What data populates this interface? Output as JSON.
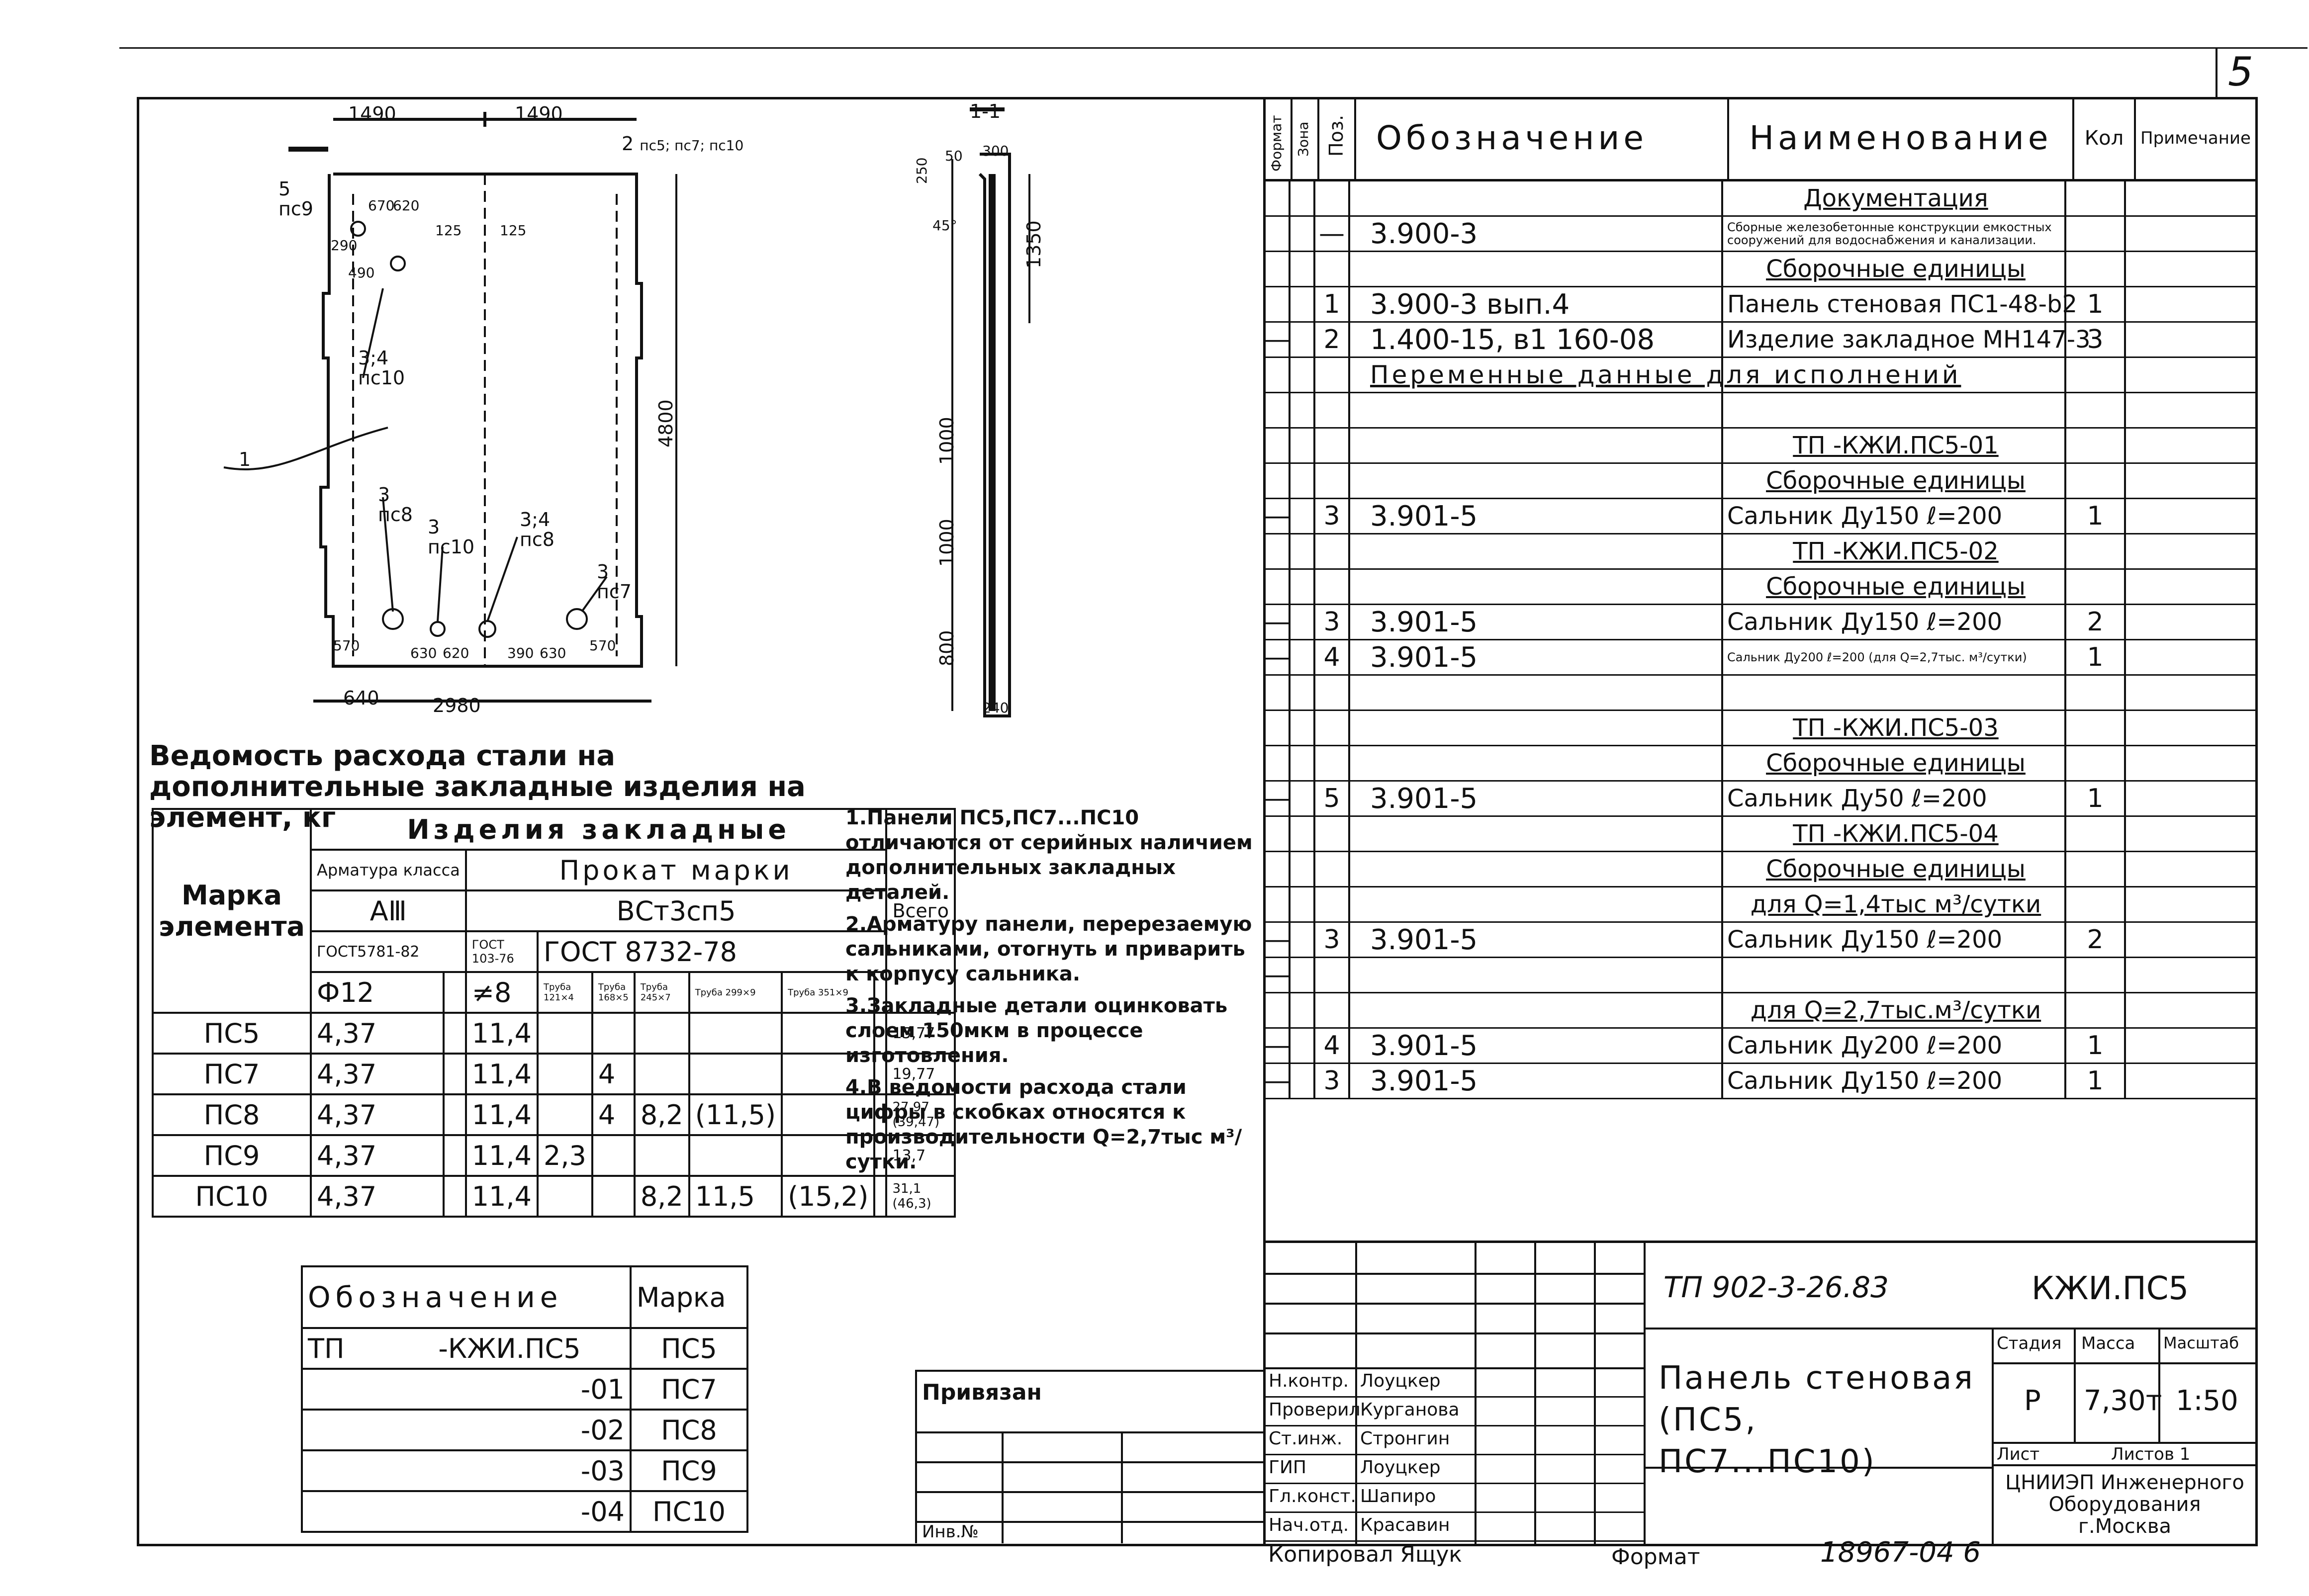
{
  "sheet_number": "5",
  "plan_view": {
    "dims_top": [
      "1490",
      "1490"
    ],
    "dim_height": "4800",
    "dim_bottom_total": "2980",
    "dim_bottom_left": "640",
    "dims_small": [
      "570",
      "570",
      "630",
      "620",
      "390",
      "630",
      "125",
      "125",
      "290",
      "490",
      "670",
      "620"
    ],
    "callouts": [
      {
        "pos": "2",
        "marks": "пс5; пс7; пс10"
      },
      {
        "pos": "5",
        "marks": "пс9"
      },
      {
        "pos": "3;4",
        "marks": "пс10"
      },
      {
        "pos": "3",
        "marks": "пс8"
      },
      {
        "pos": "3",
        "marks": "пс10"
      },
      {
        "pos": "3;4",
        "marks": "пс8"
      },
      {
        "pos": "3",
        "marks": "пс7"
      }
    ],
    "leader_1": "1"
  },
  "section_view": {
    "label": "1-1",
    "dims": [
      "250",
      "50",
      "300",
      "45°",
      "1350",
      "1000",
      "1000",
      "800",
      "240"
    ]
  },
  "steel_table": {
    "title": "Ведомость расхода стали на дополнительные закладные изделия на элемент, кг",
    "header_marka": "Марка элемента",
    "header_izdeliya": "Изделия закладные",
    "header_armatura": "Арматура класса",
    "header_prokat": "Прокат марки",
    "class": "АⅢ",
    "steel": "ВСт3сп5",
    "gost_arm": "ГОСТ5781-82",
    "gost_sheet": "ГОСТ 103-76",
    "gost_pipe": "ГОСТ 8732-78",
    "header_total": "Всего",
    "sub_cols": [
      "Ф12",
      "",
      "≠8",
      "Труба 121×4",
      "Труба 168×5",
      "Труба 245×7",
      "Труба 299×9",
      "Труба 351×9"
    ],
    "rows": [
      {
        "mark": "ПС5",
        "c": [
          "4,37",
          "",
          "11,4",
          "",
          "",
          "",
          "",
          ""
        ],
        "total": "15,77"
      },
      {
        "mark": "ПС7",
        "c": [
          "4,37",
          "",
          "11,4",
          "",
          "4",
          "",
          "",
          ""
        ],
        "total": "19,77"
      },
      {
        "mark": "ПС8",
        "c": [
          "4,37",
          "",
          "11,4",
          "",
          "4",
          "8,2",
          "(11,5)",
          ""
        ],
        "total": "27,97 (39,47)"
      },
      {
        "mark": "ПС9",
        "c": [
          "4,37",
          "",
          "11,4",
          "2,3",
          "",
          "",
          "",
          ""
        ],
        "total": "13,7"
      },
      {
        "mark": "ПС10",
        "c": [
          "4,37",
          "",
          "11,4",
          "",
          "",
          "8,2",
          "11,5",
          "(15,2)"
        ],
        "total": "31,1 (46,3)"
      }
    ]
  },
  "notes": [
    "1.Панели ПС5,ПС7...ПС10 отличаются от серийных наличием дополнительных закладных деталей.",
    "2.Арматуру панели, перерезаемую сальниками, отогнуть и приварить к корпусу сальника.",
    "3.Закладные детали оцинковать слоем 150мкм в процессе изготовления.",
    "4.В ведомости расхода стали цифры в скобках относятся к производительности Q=2,7тыс м³/сутки."
  ],
  "mark_table": {
    "h_designation": "Обозначение",
    "h_mark": "Марка",
    "rows": [
      {
        "d": "ТП           -КЖИ.ПС5",
        "m": "ПС5"
      },
      {
        "d": "-01",
        "m": "ПС7"
      },
      {
        "d": "-02",
        "m": "ПС8"
      },
      {
        "d": "-03",
        "m": "ПС9"
      },
      {
        "d": "-04",
        "m": "ПС10"
      }
    ]
  },
  "spec": {
    "h_format": "Формат",
    "h_zone": "Зона",
    "h_pos": "Поз.",
    "h_designation": "Обозначение",
    "h_name": "Наименование",
    "h_qty": "Кол",
    "h_note": "Примечание",
    "rows": [
      {
        "f": "",
        "p": "",
        "d": "",
        "n": "Документация",
        "q": "",
        "u": true
      },
      {
        "f": "",
        "p": "—",
        "d": "3.900-3",
        "n": "Сборные железобетонные конструкции емкостных сооружений для водоснабжения и канализации.",
        "q": ""
      },
      {
        "f": "",
        "p": "",
        "d": "",
        "n": "Сборочные единицы",
        "q": "",
        "u": true
      },
      {
        "f": "",
        "p": "1",
        "d": "3.900-3  вып.4",
        "n": "Панель стеновая ПС1-48-b2",
        "q": "1"
      },
      {
        "f": "—",
        "p": "2",
        "d": "1.400-15, в1  160-08",
        "n": "Изделие закладное МН147-3",
        "q": "3"
      },
      {
        "f": "",
        "p": "",
        "d": "Переменные данные для исполнений",
        "n": "",
        "q": "",
        "span": true
      },
      {
        "f": "",
        "p": "",
        "d": "",
        "n": "",
        "q": ""
      },
      {
        "f": "",
        "p": "",
        "d": "",
        "n": "ТП            -КЖИ.ПС5-01",
        "q": "",
        "u": true
      },
      {
        "f": "",
        "p": "",
        "d": "",
        "n": "Сборочные единицы",
        "q": "",
        "u": true
      },
      {
        "f": "—",
        "p": "3",
        "d": "3.901-5",
        "n": "Сальник Ду150  ℓ=200",
        "q": "1"
      },
      {
        "f": "",
        "p": "",
        "d": "",
        "n": "ТП           -КЖИ.ПС5-02",
        "q": "",
        "u": true
      },
      {
        "f": "",
        "p": "",
        "d": "",
        "n": "Сборочные единицы",
        "q": "",
        "u": true
      },
      {
        "f": "—",
        "p": "3",
        "d": "3.901-5",
        "n": "Сальник Ду150  ℓ=200",
        "q": "2"
      },
      {
        "f": "—",
        "p": "4",
        "d": "3.901-5",
        "n": "Сальник Ду200  ℓ=200 (для Q=2,7тыс. м³/сутки)",
        "q": "1"
      },
      {
        "f": "",
        "p": "",
        "d": "",
        "n": "",
        "q": ""
      },
      {
        "f": "",
        "p": "",
        "d": "",
        "n": "ТП           -КЖИ.ПС5-03",
        "q": "",
        "u": true
      },
      {
        "f": "",
        "p": "",
        "d": "",
        "n": "Сборочные единицы",
        "q": "",
        "u": true
      },
      {
        "f": "—",
        "p": "5",
        "d": "3.901-5",
        "n": "Сальник Ду50  ℓ=200",
        "q": "1"
      },
      {
        "f": "",
        "p": "",
        "d": "",
        "n": "ТП           -КЖИ.ПС5-04",
        "q": "",
        "u": true
      },
      {
        "f": "",
        "p": "",
        "d": "",
        "n": "Сборочные единицы",
        "q": "",
        "u": true
      },
      {
        "f": "",
        "p": "",
        "d": "",
        "n": "для Q=1,4тыс м³/сутки",
        "q": "",
        "u": true
      },
      {
        "f": "—",
        "p": "3",
        "d": "3.901-5",
        "n": "Сальник Ду150  ℓ=200",
        "q": "2"
      },
      {
        "f": "—",
        "p": "",
        "d": "",
        "n": "",
        "q": ""
      },
      {
        "f": "",
        "p": "",
        "d": "",
        "n": "для Q=2,7тыс.м³/сутки",
        "q": "",
        "u": true
      },
      {
        "f": "—",
        "p": "4",
        "d": "3.901-5",
        "n": "Сальник Ду200  ℓ=200",
        "q": "1"
      },
      {
        "f": "—",
        "p": "3",
        "d": "3.901-5",
        "n": "Сальник Ду150  ℓ=200",
        "q": "1"
      }
    ]
  },
  "stamp": {
    "doc_code": "ТП 902-3-26.83",
    "kzhi": "КЖИ.ПС5",
    "title": "Панель стеновая (ПС5, ПС7...ПС10)",
    "h_stage": "Стадия",
    "h_mass": "Масса",
    "h_scale": "Масштаб",
    "stage": "Р",
    "mass": "7,30т",
    "scale": "1:50",
    "sheet": "Лист",
    "sheets": "Листов 1",
    "org": "ЦНИИЭП Инженерного Оборудования г.Москва",
    "roles": [
      {
        "r": "Н.контр.",
        "n": "Лоуцкер"
      },
      {
        "r": "Проверил",
        "n": "Курганова"
      },
      {
        "r": "Ст.инж.",
        "n": "Стронгин"
      },
      {
        "r": "ГИП",
        "n": "Лоуцкер"
      },
      {
        "r": "Гл.конст.",
        "n": "Шапиро"
      },
      {
        "r": "Нач.отд.",
        "n": "Красавин"
      }
    ],
    "privyazan": "Привязан",
    "inv": "Инв.№",
    "copied": "Копировал Ящук",
    "format": "Формат",
    "archive": "18967-04  6"
  }
}
